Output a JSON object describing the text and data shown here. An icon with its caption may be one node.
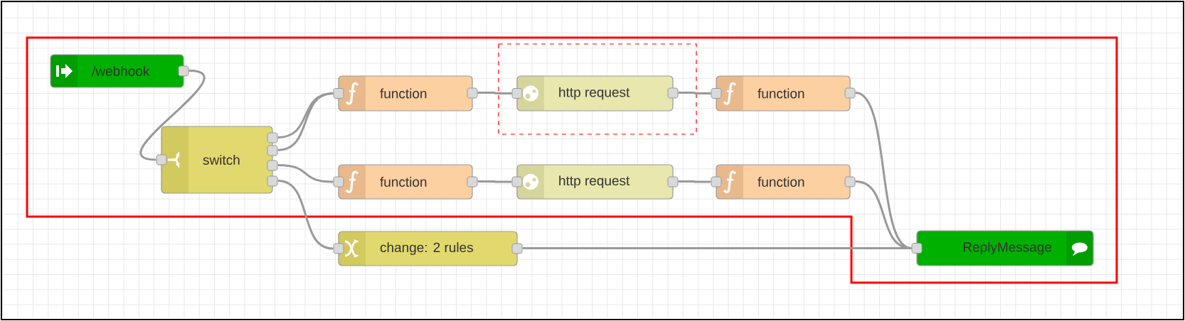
{
  "diagram": {
    "nodes": [
      {
        "text": [
          "/webhook"
        ]
      },
      {
        "text": [
          "switch"
        ]
      },
      {
        "text": [
          "function"
        ]
      },
      {
        "text": [
          "http request"
        ]
      },
      {
        "text": [
          "function"
        ]
      },
      {
        "text": [
          "function"
        ]
      },
      {
        "text": [
          "http request"
        ]
      },
      {
        "text": [
          "function"
        ]
      },
      {
        "text": [
          "change: 2 rules"
        ]
      },
      {
        "text": [
          "ReplyMessage"
        ]
      }
    ],
    "edges": [
      {
        "from": 0,
        "to": 1,
        "arrow": "none"
      },
      {
        "from": 1,
        "to": 2,
        "arrow": "none"
      },
      {
        "from": 1,
        "to": 2,
        "arrow": "none"
      },
      {
        "from": 1,
        "to": 5,
        "arrow": "none"
      },
      {
        "from": 1,
        "to": 8,
        "arrow": "none"
      },
      {
        "from": 2,
        "to": 3,
        "arrow": "none"
      },
      {
        "from": 3,
        "to": 4,
        "arrow": "none"
      },
      {
        "from": 5,
        "to": 6,
        "arrow": "none"
      },
      {
        "from": 6,
        "to": 7,
        "arrow": "none"
      },
      {
        "from": 4,
        "to": 9,
        "arrow": "none"
      },
      {
        "from": 7,
        "to": 9,
        "arrow": "none"
      },
      {
        "from": 8,
        "to": 9,
        "arrow": "none"
      }
    ]
  }
}
